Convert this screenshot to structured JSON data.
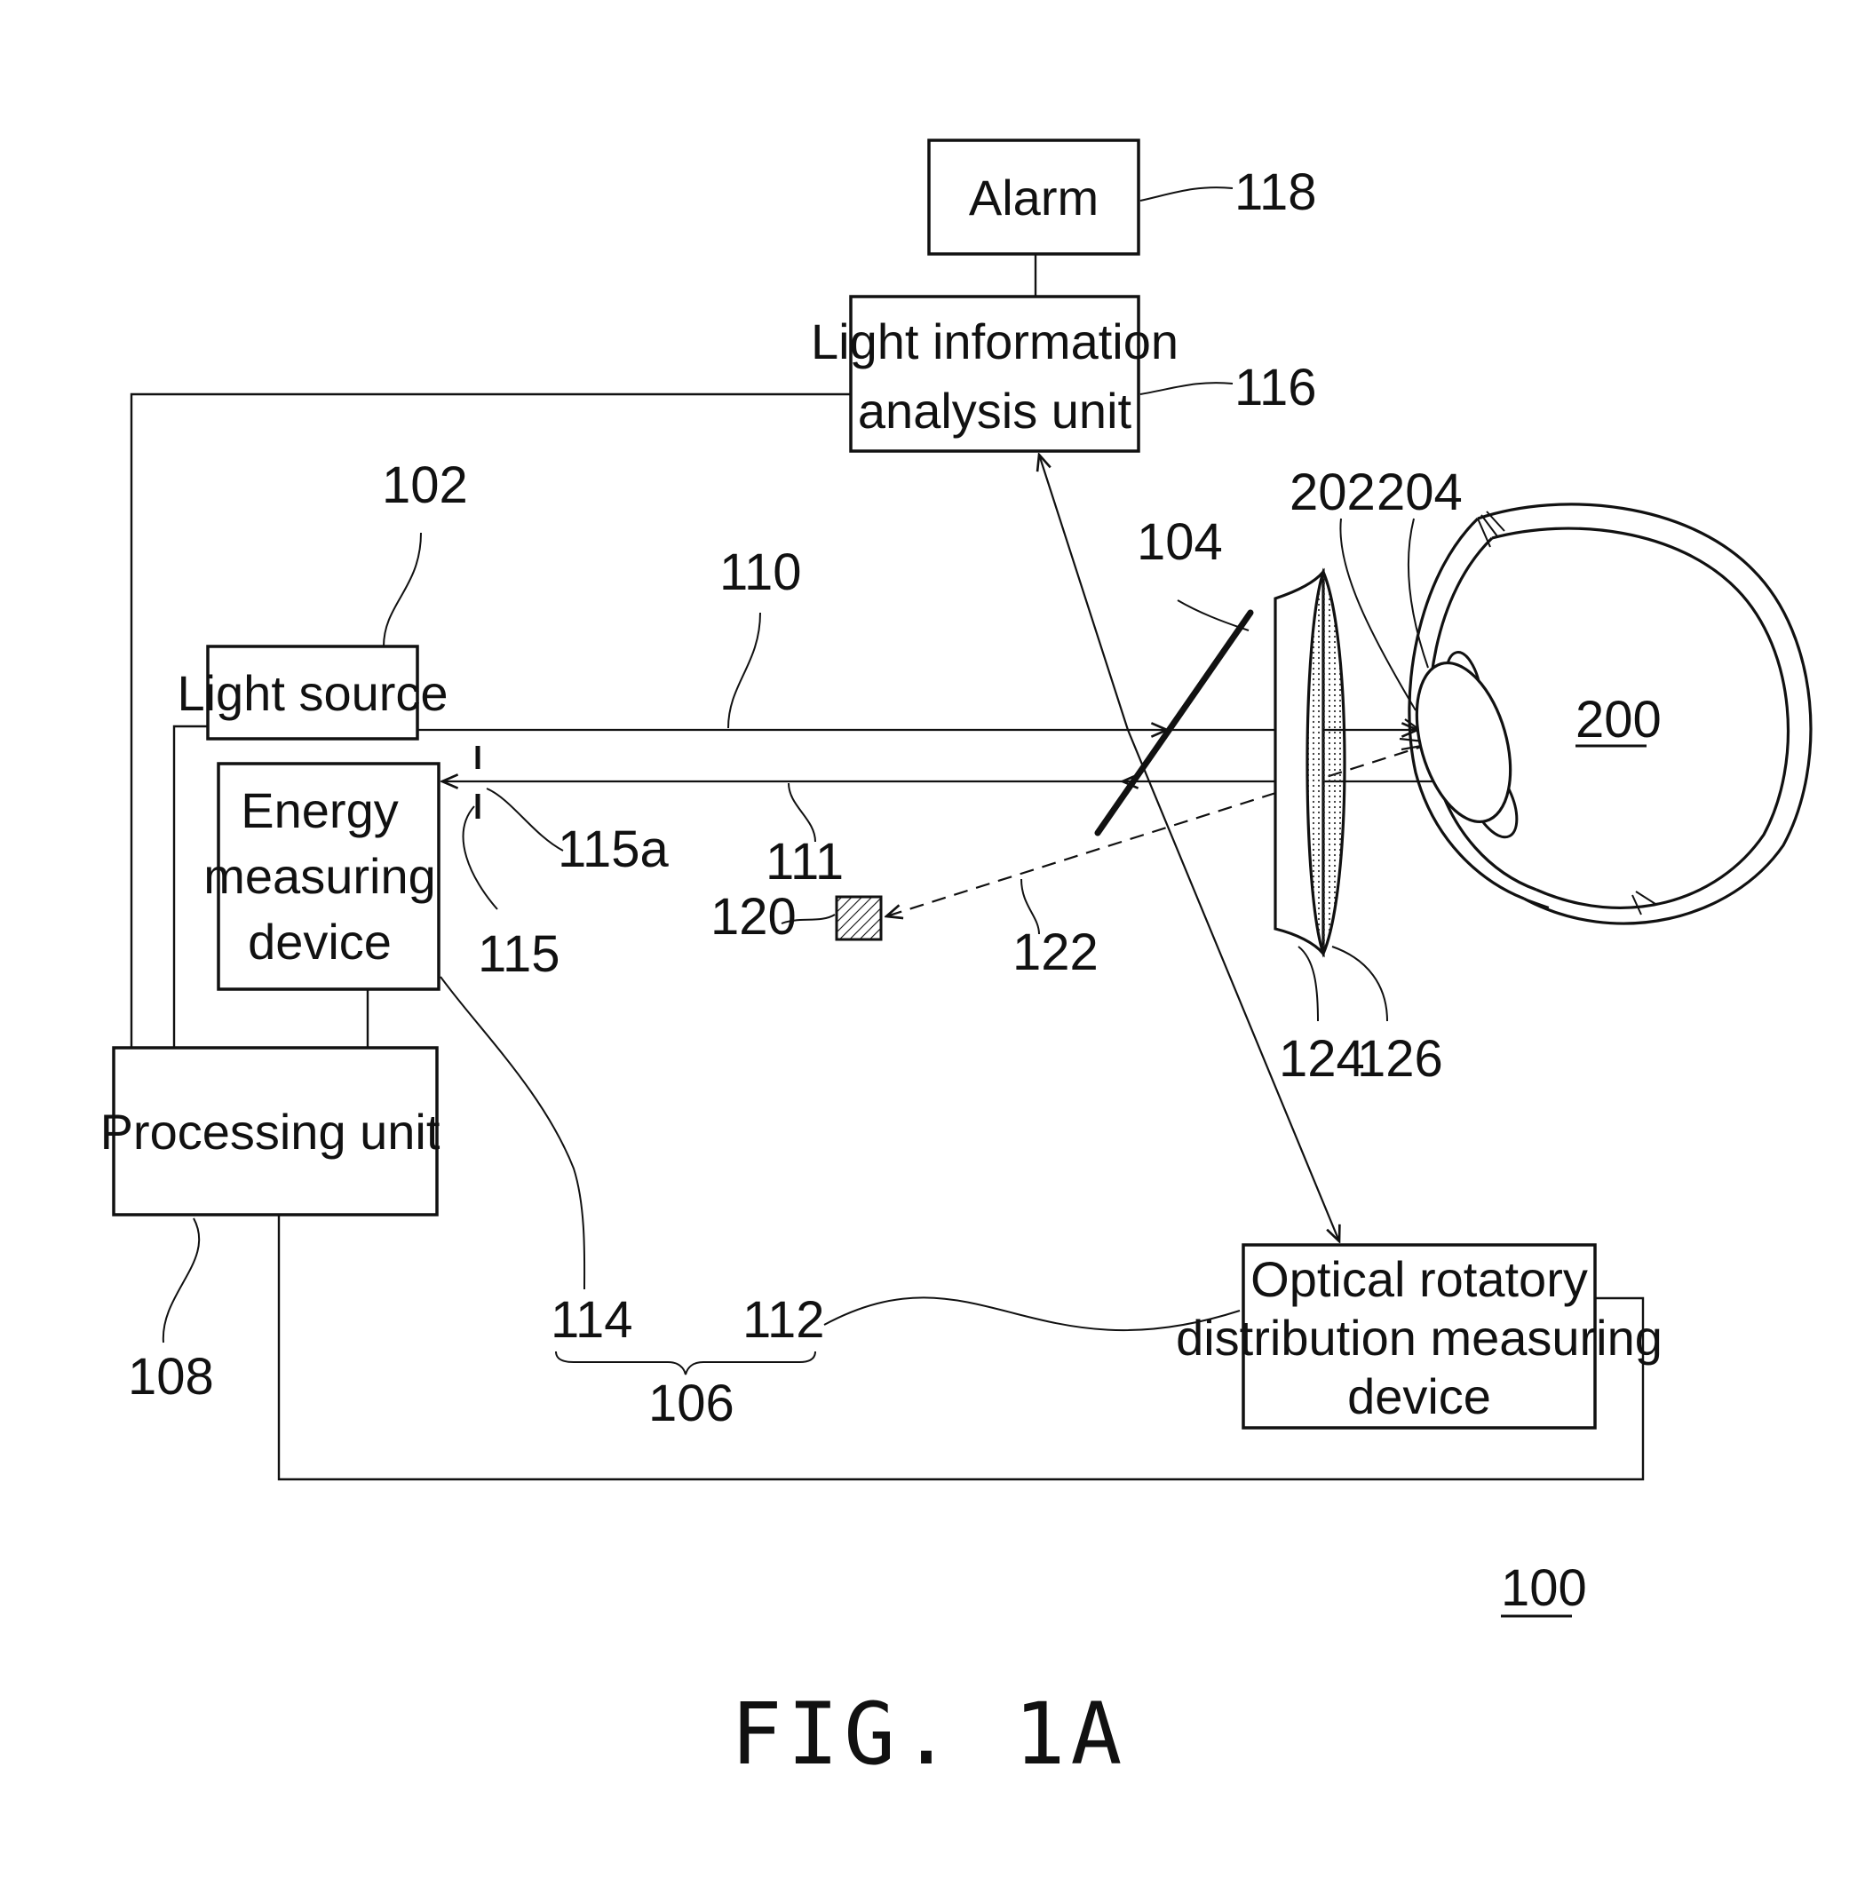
{
  "figure_label": "FIG. 1A",
  "boxes": {
    "alarm": "Alarm",
    "light_info_line1": "Light information",
    "light_info_line2": "analysis unit",
    "light_source": "Light source",
    "energy_line1": "Energy",
    "energy_line2": "measuring",
    "energy_line3": "device",
    "processing": "Processing unit",
    "optical_line1": "Optical rotatory",
    "optical_line2": "distribution measuring",
    "optical_line3": "device"
  },
  "refs": {
    "r100": "100",
    "r102": "102",
    "r104": "104",
    "r106": "106",
    "r108": "108",
    "r110": "110",
    "r111": "111",
    "r112": "112",
    "r114": "114",
    "r115": "115",
    "r115a": "115a",
    "r116": "116",
    "r118": "118",
    "r120": "120",
    "r122": "122",
    "r124": "124",
    "r126": "126",
    "r200": "200",
    "r202": "202",
    "r204": "204"
  }
}
